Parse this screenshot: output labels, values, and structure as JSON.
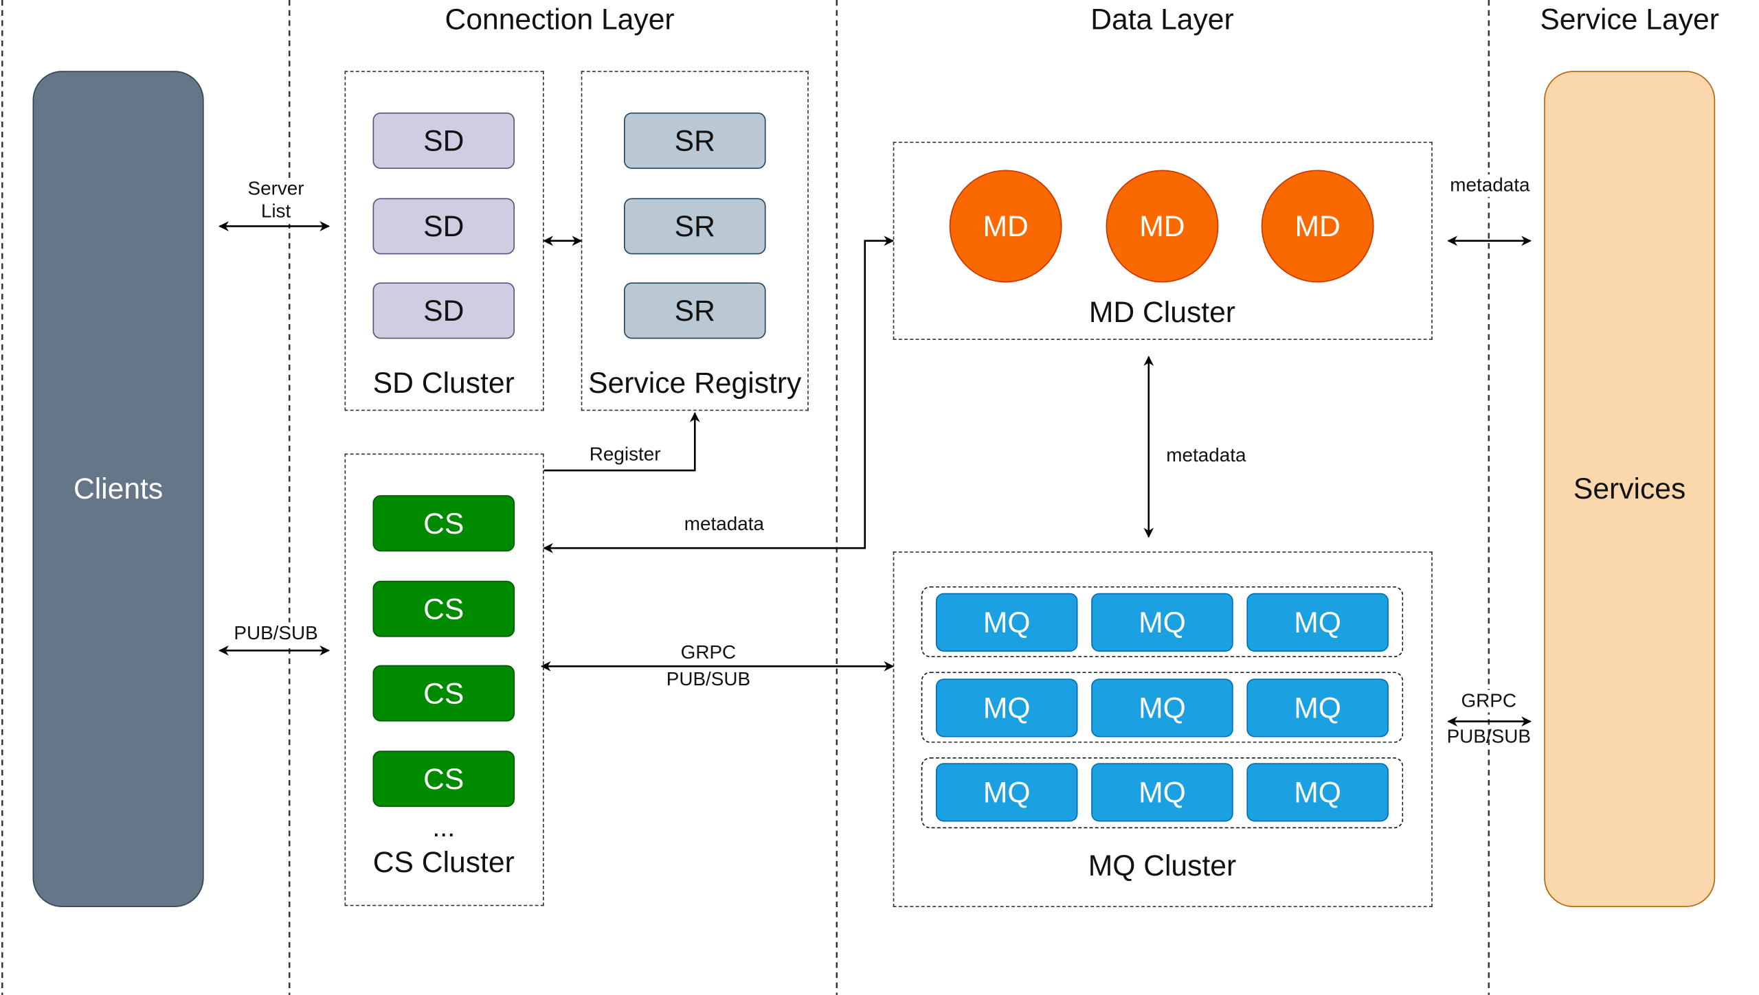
{
  "layers": {
    "connection": "Connection Layer",
    "data": "Data Layer",
    "service": "Service Layer"
  },
  "clients": {
    "label": "Clients"
  },
  "services": {
    "label": "Services"
  },
  "sd_cluster": {
    "nodes": [
      "SD",
      "SD",
      "SD"
    ],
    "caption": "SD Cluster"
  },
  "service_registry": {
    "nodes": [
      "SR",
      "SR",
      "SR"
    ],
    "caption": "Service Registry"
  },
  "cs_cluster": {
    "nodes": [
      "CS",
      "CS",
      "CS",
      "CS"
    ],
    "ellipsis": "...",
    "caption": "CS Cluster"
  },
  "md_cluster": {
    "nodes": [
      "MD",
      "MD",
      "MD"
    ],
    "caption": "MD Cluster"
  },
  "mq_cluster": {
    "rows": [
      [
        "MQ",
        "MQ",
        "MQ"
      ],
      [
        "MQ",
        "MQ",
        "MQ"
      ],
      [
        "MQ",
        "MQ",
        "MQ"
      ]
    ],
    "caption": "MQ Cluster"
  },
  "edges": {
    "server_list": {
      "line1": "Server",
      "line2": "List"
    },
    "pubsub_clients": "PUB/SUB",
    "register": "Register",
    "cs_metadata": "metadata",
    "cs_mq": {
      "line1": "GRPC",
      "line2": "PUB/SUB"
    },
    "md_mq_metadata": "metadata",
    "md_services_metadata": "metadata",
    "mq_services": {
      "line1": "GRPC",
      "line2": "PUB/SUB"
    }
  },
  "colors": {
    "clients_fill": "#647687",
    "services_fill": "#fad7ac",
    "sd_fill": "#d0cce2",
    "sr_fill": "#bac8d3",
    "cs_fill": "#008a00",
    "md_fill": "#fa6800",
    "mq_fill": "#1ba1e2"
  }
}
